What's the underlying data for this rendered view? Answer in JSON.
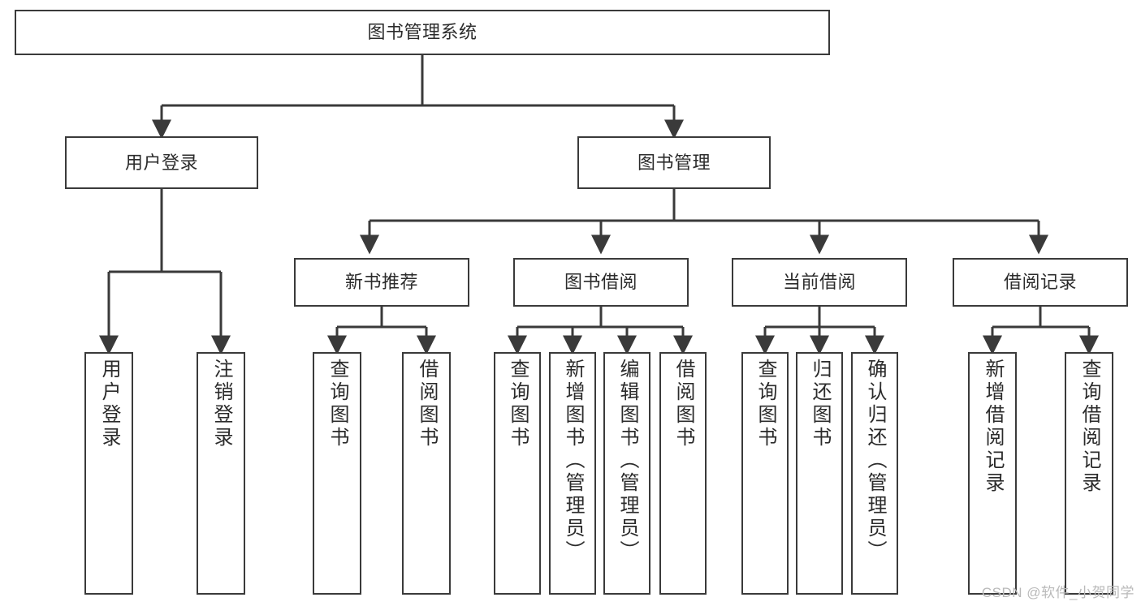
{
  "diagram": {
    "title": "图书管理系统",
    "type": "tree",
    "orientation": "top-down",
    "colors": {
      "box_border": "#3a3a3a",
      "box_fill": "#ffffff",
      "connector": "#3a3a3a",
      "text": "#2b2b2b",
      "watermark": "#b9b9b9"
    },
    "nodes": {
      "root": {
        "label": "图书管理系统"
      },
      "level2": [
        {
          "label": "用户登录"
        },
        {
          "label": "图书管理"
        }
      ],
      "level3": [
        {
          "label": "新书推荐"
        },
        {
          "label": "图书借阅"
        },
        {
          "label": "当前借阅"
        },
        {
          "label": "借阅记录"
        }
      ],
      "leaves": {
        "user_login": [
          {
            "label": "用户登录"
          },
          {
            "label": "注销登录"
          }
        ],
        "new_book_recommend": [
          {
            "label": "查询图书"
          },
          {
            "label": "借阅图书"
          }
        ],
        "book_borrow": [
          {
            "label": "查询图书"
          },
          {
            "label": "新增图书（管理员）"
          },
          {
            "label": "编辑图书（管理员）"
          },
          {
            "label": "借阅图书"
          }
        ],
        "current_borrow": [
          {
            "label": "查询图书"
          },
          {
            "label": "归还图书"
          },
          {
            "label": "确认归还（管理员）"
          }
        ],
        "borrow_record": [
          {
            "label": "新增借阅记录"
          },
          {
            "label": "查询借阅记录"
          }
        ]
      }
    }
  },
  "watermark": {
    "text": "CSDN @软件_小贺同学"
  }
}
